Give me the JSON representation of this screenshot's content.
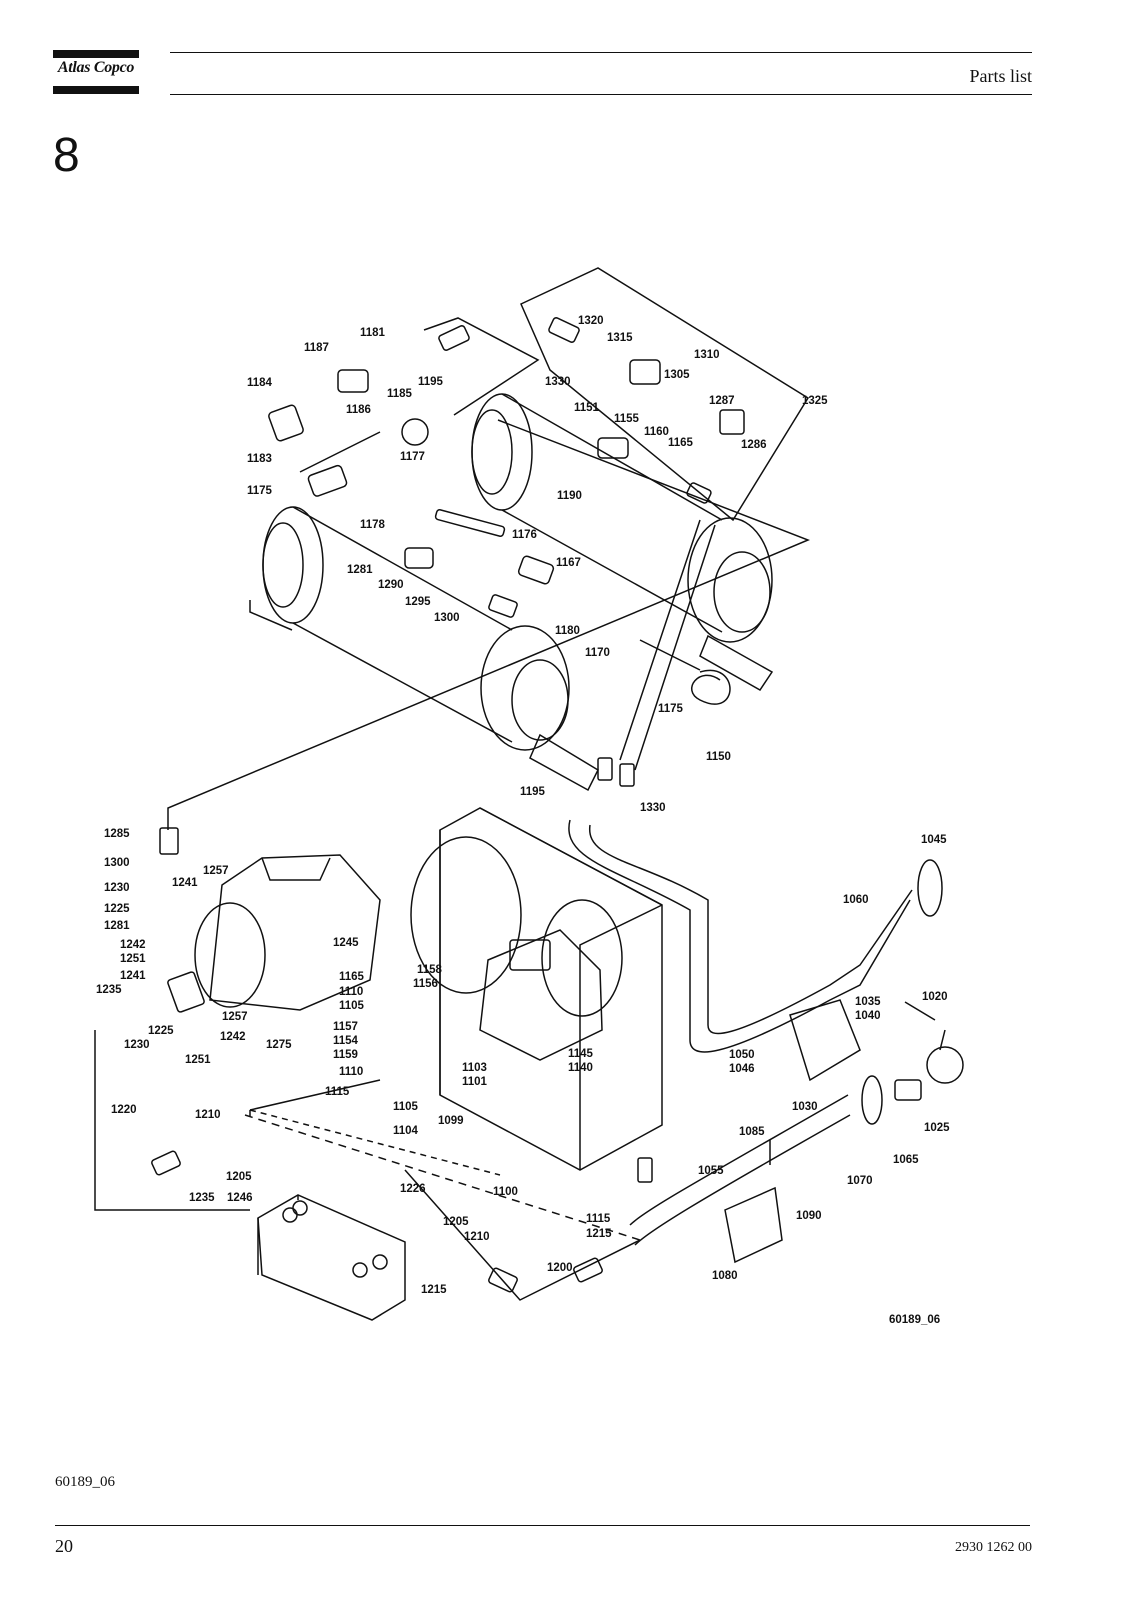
{
  "header": {
    "brand": "Atlas Copco",
    "title": "Parts list"
  },
  "section_number": "8",
  "drawing": {
    "drawing_id": "60189_06",
    "labels": [
      "1320",
      "1315",
      "1310",
      "1305",
      "1287",
      "1325",
      "1330",
      "1286",
      "1181",
      "1187",
      "1184",
      "1185",
      "1195",
      "1186",
      "1183",
      "1177",
      "1175",
      "1151",
      "1155",
      "1160",
      "1165",
      "1190",
      "1178",
      "1176",
      "1281",
      "1167",
      "1290",
      "1295",
      "1300",
      "1180",
      "1170",
      "1175",
      "1150",
      "1195",
      "1330",
      "1285",
      "1300",
      "1230",
      "1241",
      "1257",
      "1225",
      "1281",
      "1242",
      "1251",
      "1245",
      "1241",
      "1235",
      "1257",
      "1225",
      "1242",
      "1230",
      "1251",
      "1275",
      "1165",
      "1110",
      "1105",
      "1158",
      "1156",
      "1157",
      "1154",
      "1159",
      "1145",
      "1140",
      "1103",
      "1101",
      "1110",
      "1115",
      "1105",
      "1104",
      "1099",
      "1045",
      "1060",
      "1035",
      "1040",
      "1020",
      "1050",
      "1046",
      "1030",
      "1025",
      "1085",
      "1065",
      "1070",
      "1055",
      "1090",
      "1080",
      "1220",
      "1210",
      "1205",
      "1235",
      "1246",
      "1226",
      "1100",
      "1115",
      "1215",
      "1205",
      "1210",
      "1200",
      "1215"
    ]
  },
  "footer": {
    "figure_ref": "60189_06",
    "page_number": "20",
    "document_number": "2930 1262 00"
  }
}
